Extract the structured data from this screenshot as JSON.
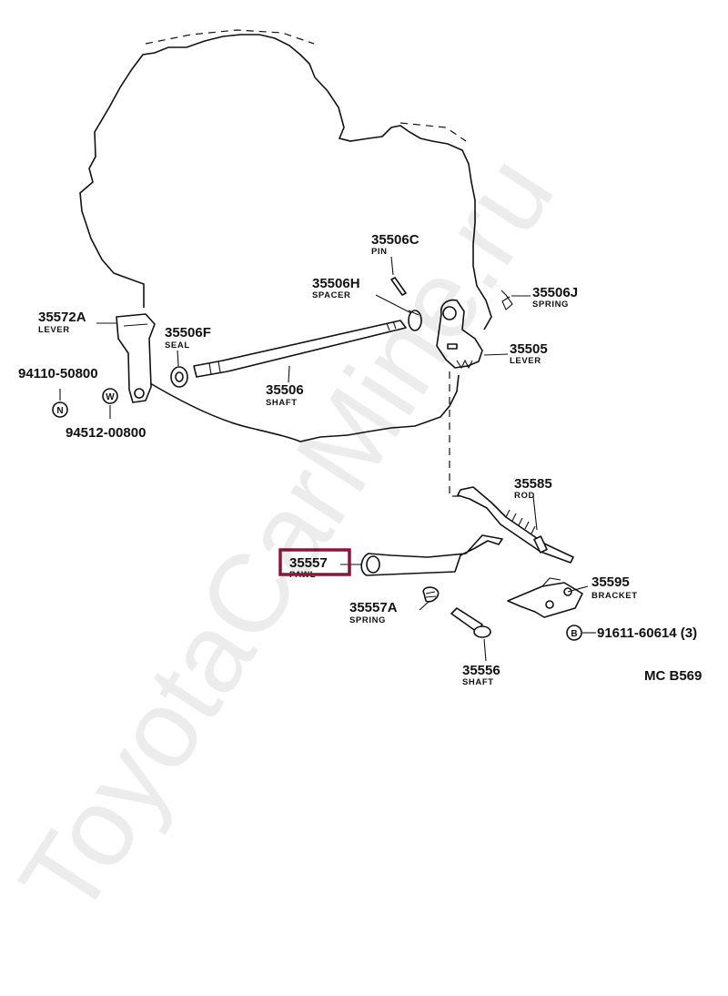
{
  "watermark": "ToyotaCarMine.ru",
  "diagram_code": "MC  B569",
  "parts": [
    {
      "number": "35506C",
      "name": "PIN"
    },
    {
      "number": "35506H",
      "name": "SPACER"
    },
    {
      "number": "35506J",
      "name": "SPRING"
    },
    {
      "number": "35572A",
      "name": "LEVER"
    },
    {
      "number": "35506F",
      "name": "SEAL"
    },
    {
      "number": "35505",
      "name": "LEVER"
    },
    {
      "number": "35506",
      "name": "SHAFT"
    },
    {
      "number": "94110-50800",
      "name": ""
    },
    {
      "number": "94512-00800",
      "name": ""
    },
    {
      "number": "35585",
      "name": "ROD"
    },
    {
      "number": "35557",
      "name": "PAWL"
    },
    {
      "number": "35595",
      "name": "BRACKET"
    },
    {
      "number": "35557A",
      "name": "SPRING"
    },
    {
      "number": "91611-60614 (3)",
      "name": ""
    },
    {
      "number": "35556",
      "name": "SHAFT"
    }
  ],
  "symbols": {
    "nut": "N",
    "washer": "W",
    "bolt": "B"
  },
  "highlighted_part": "35557"
}
